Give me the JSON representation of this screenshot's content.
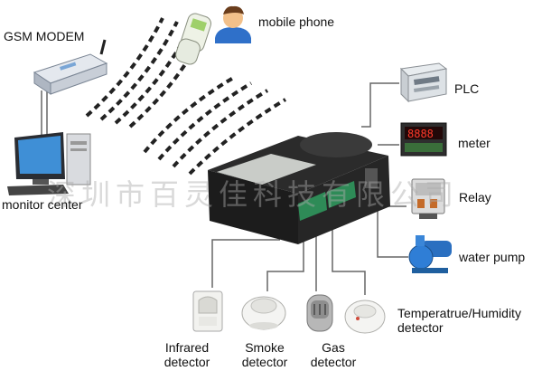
{
  "diagram": {
    "watermark": "深圳市百灵佳科技有限公司",
    "labels": {
      "gsm_modem": "GSM MODEM",
      "mobile_phone": "mobile phone",
      "monitor_center": "monitor center",
      "plc": "PLC",
      "meter": "meter",
      "relay": "Relay",
      "water_pump": "water pump",
      "infrared": [
        "Infrared",
        "detector"
      ],
      "smoke": [
        "Smoke",
        "detector"
      ],
      "gas": [
        "Gas",
        "detector"
      ],
      "temp_humidity": [
        "Temperatrue/Humidity",
        "detector"
      ]
    },
    "meter_display": "8888"
  }
}
